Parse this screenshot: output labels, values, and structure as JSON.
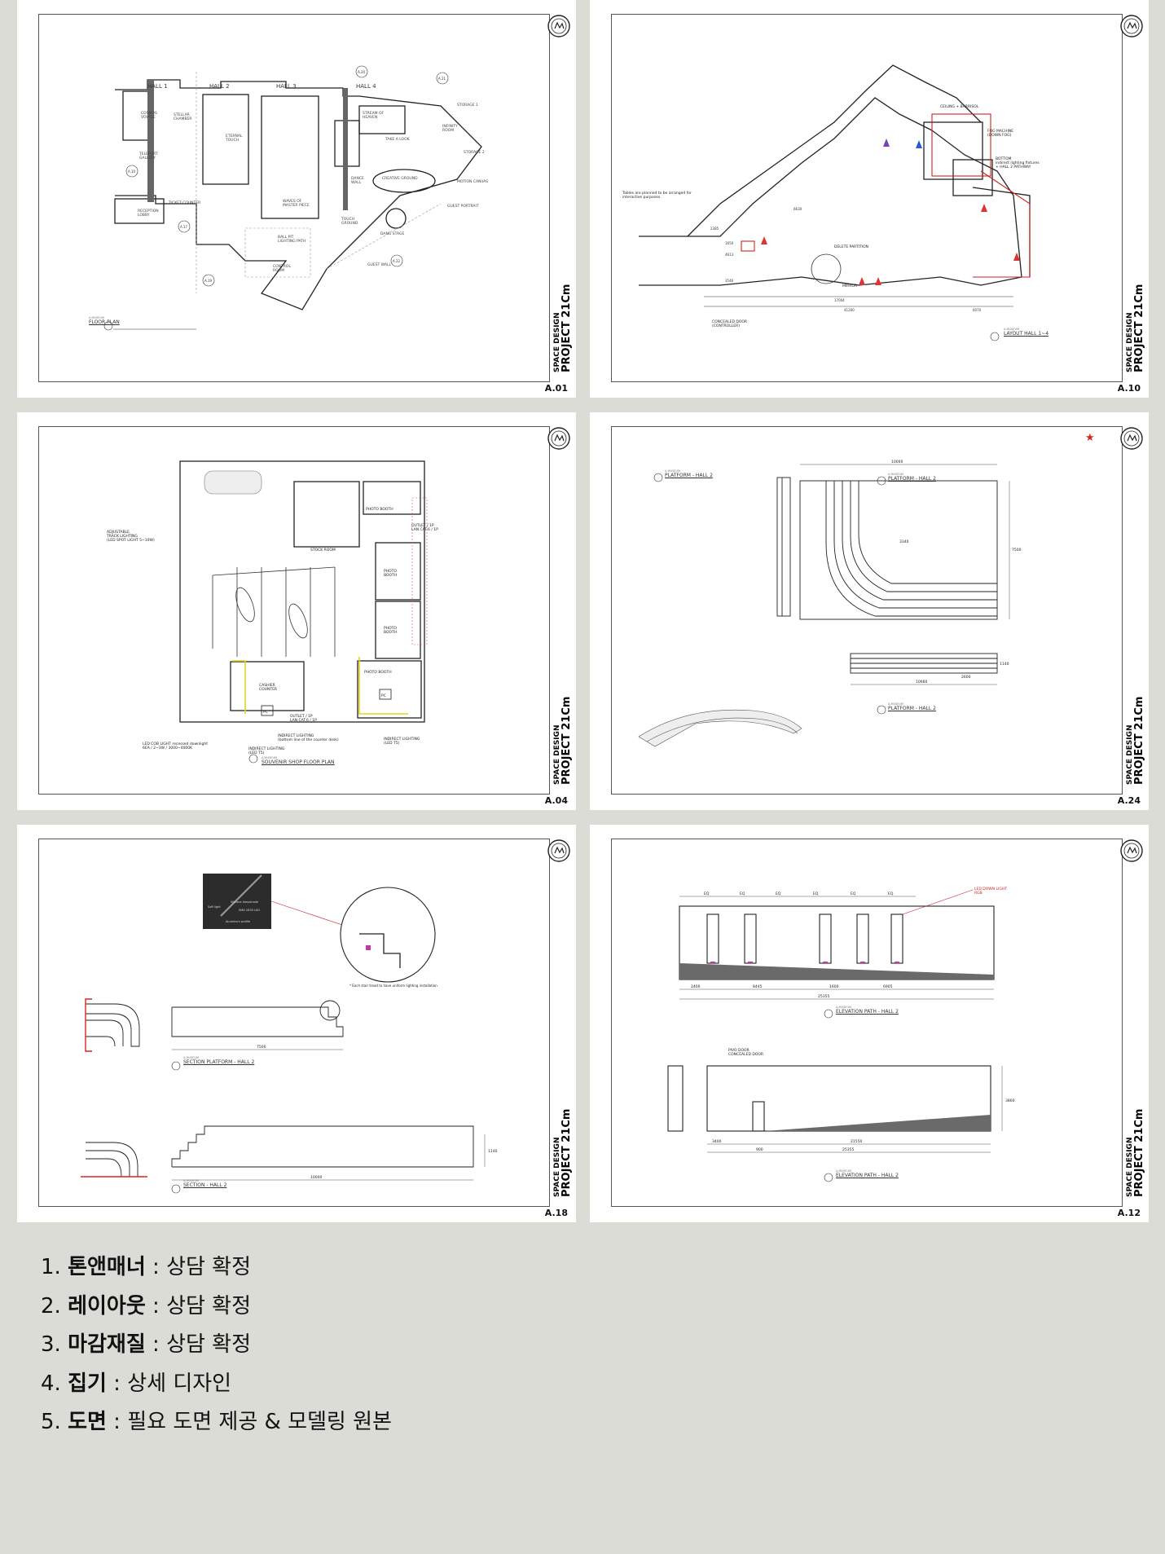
{
  "sheets": [
    {
      "number": "A.01",
      "project_line1": "SPACE DESIGN",
      "project_line2": "PROJECT 21Cm",
      "caption_sub": "A.MUSEUM",
      "caption_title": "FLOOR PLAN",
      "labels": [
        "HALL 1",
        "HALL 2",
        "HALL 3",
        "HALL 4",
        "COSMOS VOYAGE",
        "STELLAR CHAMBER",
        "TELEPORT GALLERY",
        "ETERNAL TOUCH",
        "STREAM OF HEAVEN",
        "STORAGE 1",
        "INFINITY ROOM",
        "TAKE A LOOK",
        "STORAGE 2",
        "DANCE WALL",
        "CREATIVE GROUND",
        "MOTION CANVAS",
        "GUEST PORTRAIT",
        "TICKET COUNTER",
        "RECEPTION LOBBY",
        "WAVES OF MASTER PIECE",
        "BALL PIT LIGHTING PATH",
        "CONTROL ROOM",
        "TOUCH GROUND",
        "DANG STAGE",
        "GUEST WALL",
        "A.20",
        "A.21",
        "A.10",
        "A.17",
        "A.19",
        "A.22"
      ]
    },
    {
      "number": "A.10",
      "project_line1": "SPACE DESIGN",
      "project_line2": "PROJECT 21Cm",
      "caption_sub": "A.MUSEUM",
      "caption_title": "LAYOUT HALL 1~4",
      "labels": [
        "CEILING + BARRISOL",
        "FOG MACHINE (DOWN FOG)",
        "BOTTOM indirect lighting fixtures + HALL 2 PATHWAY",
        "Tables are planned to be arranged for interactive purposes.",
        "DELETE PARTITION",
        "MIRROR",
        "CONCEALED DOOR (CONTROLLER)",
        "2385",
        "1650",
        "4613",
        "3546",
        "6630",
        "17004",
        "41200",
        "6070"
      ]
    },
    {
      "number": "A.04",
      "project_line1": "SPACE DESIGN",
      "project_line2": "PROJECT 21Cm",
      "caption_sub": "A.MUSEUM",
      "caption_title": "SOUVENIR SHOP FLOOR PLAN",
      "labels": [
        "ADJUSTABLE TRACK LIGHTING (LED SPOT LIGHT 5~10W)",
        "STOCK ROOM",
        "PHOTO BOOTH",
        "PHOTO BOOTH",
        "PHOTO BOOTH",
        "PHOTO BOOTH",
        "CASHIER COUNTER",
        "PC",
        "PC",
        "OUTLET / 1P LAN CAT.6 / 1P",
        "OUTLET / 1P LAN CAT.6 / 1P",
        "LED COB LIGHT recessed downlight 6EA / 2~3W / 3000~4000K",
        "INDIRECT LIGHTING (LED T5)",
        "INDIRECT LIGHTING (bottom line of the counter desk)",
        "INDIRECT LIGHTING (LED T5)"
      ]
    },
    {
      "number": "A.24",
      "project_line1": "SPACE DESIGN",
      "project_line2": "PROJECT 21Cm",
      "caption_sub": "A.MUSEUM",
      "caption_title": "PLATFORM - HALL 2",
      "labels": [
        "PLATFORM - HALL 2",
        "PLATFORM - HALL 2",
        "10000",
        "3340",
        "7500",
        "10660",
        "2600",
        "1140"
      ]
    },
    {
      "number": "A.18",
      "project_line1": "SPACE DESIGN",
      "project_line2": "PROJECT 21Cm",
      "caption_sub": "A.MUSEUM",
      "caption_title": "SECTION PLATFORM - HALL 2",
      "caption2_title": "SECTION - HALL 2",
      "labels": [
        "Soft light",
        "Silicone lampshade",
        "SMD 2835 LED",
        "Aluminum profile",
        "* Each stair tread to have uniform lighting installation",
        "7500",
        "10000",
        "1140"
      ]
    },
    {
      "number": "A.12",
      "project_line1": "SPACE DESIGN",
      "project_line2": "PROJECT 21Cm",
      "caption_sub": "A.MUSEUM",
      "caption_title": "ELEVATION PATH - HALL 2",
      "caption2_title": "ELEVATION PATH - HALL 2",
      "labels": [
        "LED DOWN LIGHT RGB",
        "EQ",
        "2400",
        "8445",
        "1600",
        "6905",
        "25355",
        "PIVO DOOR CONCEALED DOOR",
        "3400",
        "900",
        "21550",
        "25355",
        "3860"
      ]
    }
  ],
  "items": [
    {
      "num": "1.",
      "key": "톤앤매너",
      "sep": " : ",
      "value": "상담 확정"
    },
    {
      "num": "2.",
      "key": "레이아웃",
      "sep": " : ",
      "value": "상담 확정"
    },
    {
      "num": "3.",
      "key": "마감재질",
      "sep": " : ",
      "value": "상담 확정"
    },
    {
      "num": "4.",
      "key": "집기",
      "sep": " : ",
      "value": "상세 디자인"
    },
    {
      "num": "5.",
      "key": "도면",
      "sep": " : ",
      "value": "필요 도면 제공 & 모델링 원본"
    }
  ]
}
